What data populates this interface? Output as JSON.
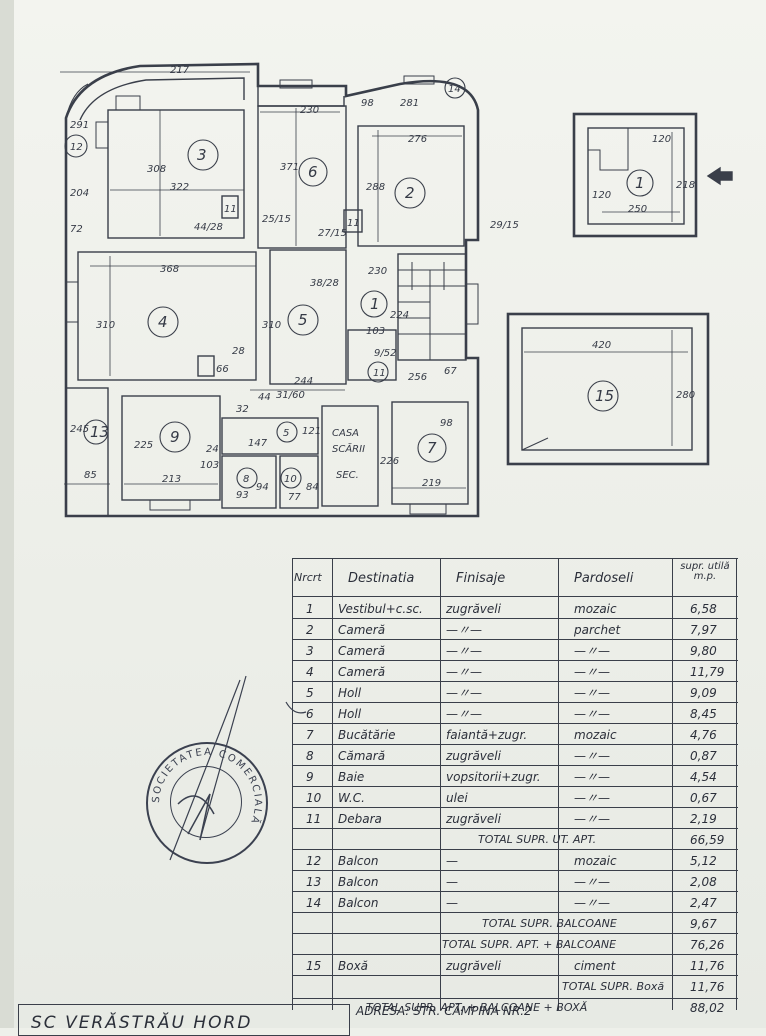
{
  "plan": {
    "dims": {
      "d217": "217",
      "d291": "291",
      "d230": "230",
      "d98": "98",
      "d281": "281",
      "d308": "308",
      "d322": "322",
      "d371": "371",
      "d276": "276",
      "d288": "288",
      "d204": "204",
      "d72": "72",
      "d4428": "44/28",
      "d2515": "25/15",
      "d2715": "27/15",
      "d2915": "29/15",
      "d368": "368",
      "d310a": "310",
      "d310b": "310",
      "d3828": "38/28",
      "d230b": "230",
      "d224": "224",
      "d103": "103",
      "d28": "28",
      "d66": "66",
      "d952": "9/52",
      "d256": "256",
      "d67": "67",
      "d244": "244",
      "d3160": "31/60",
      "d245": "245",
      "d85": "85",
      "d225": "225",
      "d213": "213",
      "d32": "32",
      "d44": "44",
      "d147": "147",
      "d24": "24",
      "d103b": "103",
      "d121": "121",
      "d226": "226",
      "d219": "219",
      "d98b": "98",
      "d93": "93",
      "d94": "94",
      "d77": "77",
      "d84": "84",
      "d120a": "120",
      "d120b": "120",
      "d218": "218",
      "d250": "250",
      "d420": "420",
      "d280": "280"
    },
    "rooms": {
      "r1": "1",
      "r2": "2",
      "r3": "3",
      "r4": "4",
      "r5": "5",
      "r5b": "5",
      "r6": "6",
      "r7": "7",
      "r8": "8",
      "r9": "9",
      "r10": "10",
      "r11": "11",
      "r11b": "11",
      "r11c": "11",
      "r12": "12",
      "r13": "13",
      "r14": "14",
      "r1b": "1",
      "r15": "15"
    },
    "stair_label": [
      "CASA",
      "SCĂRII",
      "SEC."
    ]
  },
  "table": {
    "headers": {
      "nr": "Nrcrt",
      "dest": "Destinatia",
      "fin": "Finisaje",
      "pard": "Pardoseli",
      "supr": "supr. utilă m.p."
    },
    "rows": [
      {
        "nr": "1",
        "dest": "Vestibul+c.sc.",
        "fin": "zugrăveli",
        "pard": "mozaic",
        "supr": "6,58"
      },
      {
        "nr": "2",
        "dest": "Cameră",
        "fin": "—〃—",
        "pard": "parchet",
        "supr": "7,97"
      },
      {
        "nr": "3",
        "dest": "Cameră",
        "fin": "—〃—",
        "pard": "—〃—",
        "supr": "9,80"
      },
      {
        "nr": "4",
        "dest": "Cameră",
        "fin": "—〃—",
        "pard": "—〃—",
        "supr": "11,79"
      },
      {
        "nr": "5",
        "dest": "Holl",
        "fin": "—〃—",
        "pard": "—〃—",
        "supr": "9,09"
      },
      {
        "nr": "6",
        "dest": "Holl",
        "fin": "—〃—",
        "pard": "—〃—",
        "supr": "8,45"
      },
      {
        "nr": "7",
        "dest": "Bucătărie",
        "fin": "faiantă+zugr.",
        "pard": "mozaic",
        "supr": "4,76"
      },
      {
        "nr": "8",
        "dest": "Cămară",
        "fin": "zugrăveli",
        "pard": "—〃—",
        "supr": "0,87"
      },
      {
        "nr": "9",
        "dest": "Baie",
        "fin": "vopsitorii+zugr.",
        "pard": "—〃—",
        "supr": "4,54"
      },
      {
        "nr": "10",
        "dest": "W.C.",
        "fin": "ulei",
        "pard": "—〃—",
        "supr": "0,67"
      },
      {
        "nr": "11",
        "dest": "Debara",
        "fin": "zugrăveli",
        "pard": "—〃—",
        "supr": "2,19"
      }
    ],
    "total_ut": {
      "label": "TOTAL SUPR. UT. APT.",
      "value": "66,59"
    },
    "balcony_rows": [
      {
        "nr": "12",
        "dest": "Balcon",
        "fin": "—",
        "pard": "mozaic",
        "supr": "5,12"
      },
      {
        "nr": "13",
        "dest": "Balcon",
        "fin": "—",
        "pard": "—〃—",
        "supr": "2,08"
      },
      {
        "nr": "14",
        "dest": "Balcon",
        "fin": "—",
        "pard": "—〃—",
        "supr": "2,47"
      }
    ],
    "total_balc": {
      "label": "TOTAL SUPR. BALCOANE",
      "value": "9,67"
    },
    "total_apt_balc": {
      "label": "TOTAL SUPR. APT. + BALCOANE",
      "value": "76,26"
    },
    "boxa_row": {
      "nr": "15",
      "dest": "Boxă",
      "fin": "zugrăveli",
      "pard": "ciment",
      "supr": "11,76"
    },
    "total_boxa": {
      "label": "TOTAL SUPR. Boxă",
      "value": "11,76"
    },
    "grand_total": {
      "label": "TOTAL SUPR. APT. + BALCOANE + BOXĂ",
      "value": "88,02"
    }
  },
  "stamp": {
    "text": "SOCIETATEA COMERCIALĂ"
  },
  "footer": {
    "title": "SC VERĂSTRĂU HORD",
    "address": "ADRESA: STR. CÂMPINA NR.2"
  }
}
